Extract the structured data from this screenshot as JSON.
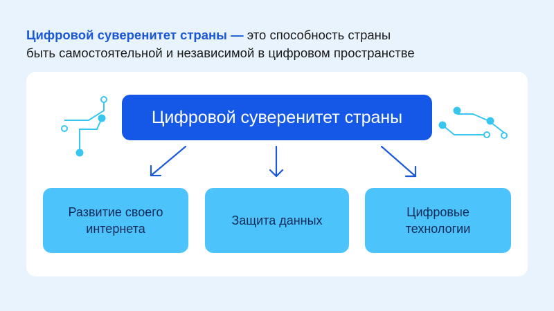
{
  "header": {
    "accent": "Цифровой суверенитет страны —",
    "line1_rest": " это способность страны",
    "line2": "быть самостоятельной и независимой в цифровом пространстве"
  },
  "diagram": {
    "main": "Цифровой суверенитет страны",
    "items": [
      {
        "label": "Развитие своего интернета"
      },
      {
        "label": "Защита данных"
      },
      {
        "label": "Цифровые технологии"
      }
    ]
  },
  "colors": {
    "background": "#e8f3fd",
    "accent_text": "#1b58d6",
    "main_box": "#1558e8",
    "sub_box": "#4dc3fb",
    "arrow": "#1b58d6",
    "circuit": "#38c6f0"
  }
}
